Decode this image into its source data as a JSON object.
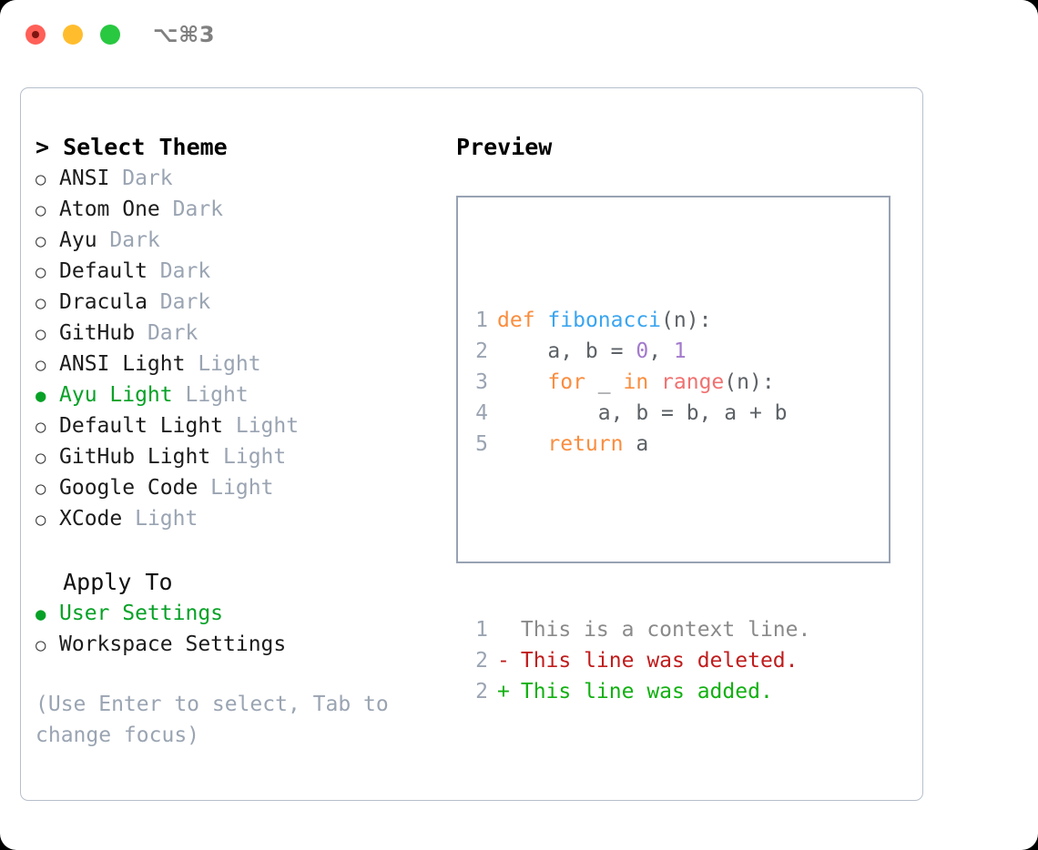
{
  "titlebar": {
    "shortcut": "⌥⌘3",
    "buttons": [
      {
        "name": "close",
        "color": "#ff6058"
      },
      {
        "name": "minimize",
        "color": "#ffbd2e"
      },
      {
        "name": "zoom",
        "color": "#28c840"
      }
    ]
  },
  "theme_group": {
    "header": "> Select Theme",
    "focused": true,
    "options": [
      {
        "marker": "○",
        "label": "ANSI",
        "variant": "Dark",
        "selected": false
      },
      {
        "marker": "○",
        "label": "Atom One",
        "variant": "Dark",
        "selected": false
      },
      {
        "marker": "○",
        "label": "Ayu",
        "variant": "Dark",
        "selected": false
      },
      {
        "marker": "○",
        "label": "Default",
        "variant": "Dark",
        "selected": false
      },
      {
        "marker": "○",
        "label": "Dracula",
        "variant": "Dark",
        "selected": false
      },
      {
        "marker": "○",
        "label": "GitHub",
        "variant": "Dark",
        "selected": false
      },
      {
        "marker": "○",
        "label": "ANSI Light",
        "variant": "Light",
        "selected": false
      },
      {
        "marker": "●",
        "label": "Ayu Light",
        "variant": "Light",
        "selected": true
      },
      {
        "marker": "○",
        "label": "Default Light",
        "variant": "Light",
        "selected": false
      },
      {
        "marker": "○",
        "label": "GitHub Light",
        "variant": "Light",
        "selected": false
      },
      {
        "marker": "○",
        "label": "Google Code",
        "variant": "Light",
        "selected": false
      },
      {
        "marker": "○",
        "label": "XCode",
        "variant": "Light",
        "selected": false
      }
    ]
  },
  "apply_group": {
    "header": "Apply To",
    "focused": false,
    "options": [
      {
        "marker": "●",
        "label": "User Settings",
        "variant": "",
        "selected": true
      },
      {
        "marker": "○",
        "label": "Workspace Settings",
        "variant": "",
        "selected": false
      }
    ]
  },
  "hint": "(Use Enter to select, Tab to change focus)",
  "preview": {
    "title": "Preview",
    "code_lines": [
      {
        "num": "1",
        "tokens": [
          {
            "t": "def",
            "c": "kw"
          },
          {
            "t": " ",
            "c": "pl"
          },
          {
            "t": "fibonacci",
            "c": "fn"
          },
          {
            "t": "(n):",
            "c": "pl"
          }
        ]
      },
      {
        "num": "2",
        "tokens": [
          {
            "t": "    a, b = ",
            "c": "pl"
          },
          {
            "t": "0",
            "c": "num"
          },
          {
            "t": ", ",
            "c": "pl"
          },
          {
            "t": "1",
            "c": "num"
          }
        ]
      },
      {
        "num": "3",
        "tokens": [
          {
            "t": "    ",
            "c": "pl"
          },
          {
            "t": "for",
            "c": "kw"
          },
          {
            "t": " _ ",
            "c": "pl"
          },
          {
            "t": "in",
            "c": "kw"
          },
          {
            "t": " ",
            "c": "pl"
          },
          {
            "t": "range",
            "c": "bi"
          },
          {
            "t": "(n):",
            "c": "pl"
          }
        ]
      },
      {
        "num": "4",
        "tokens": [
          {
            "t": "        a, b = b, a + b",
            "c": "pl"
          }
        ]
      },
      {
        "num": "5",
        "tokens": [
          {
            "t": "    ",
            "c": "pl"
          },
          {
            "t": "return",
            "c": "kw"
          },
          {
            "t": " a",
            "c": "pl"
          }
        ]
      }
    ],
    "diff_lines": [
      {
        "num": "1",
        "sign": " ",
        "text": "This is a context line.",
        "kind": "ctx"
      },
      {
        "num": "2",
        "sign": "-",
        "text": "This line was deleted.",
        "kind": "del"
      },
      {
        "num": "2",
        "sign": "+",
        "text": "This line was added.",
        "kind": "add"
      }
    ]
  },
  "colors": {
    "accent_green": "#06a126",
    "muted": "#9aa4b2",
    "keyword": "#fa8d3e",
    "function": "#3aa5f0",
    "number": "#a37acc",
    "builtin": "#f07171",
    "plain": "#5c6166",
    "diff_add": "#11b011",
    "diff_del": "#c01c1c",
    "border": "#98a2b3"
  }
}
